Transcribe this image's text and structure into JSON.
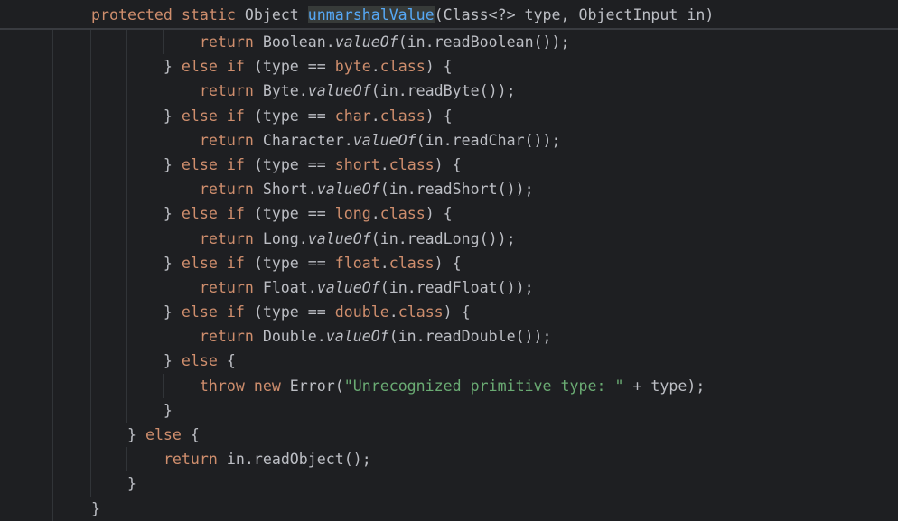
{
  "colors": {
    "background": "#1E1F22",
    "keyword": "#CF8E6D",
    "method": "#56A8F5",
    "string": "#6AAB73",
    "text": "#BCBEC4"
  },
  "sticky_header": [
    {
      "t": "protected static ",
      "c": "kw"
    },
    {
      "t": "Object ",
      "c": ""
    },
    {
      "t": "unmarshalValue",
      "c": "hl"
    },
    {
      "t": "(Class<?> type, ObjectInput in)",
      "c": ""
    }
  ],
  "code_lines": [
    [
      {
        "t": "            "
      },
      {
        "t": "return ",
        "c": "kw"
      },
      {
        "t": "Boolean."
      },
      {
        "t": "valueOf",
        "c": "it"
      },
      {
        "t": "(in.readBoolean());"
      }
    ],
    [
      {
        "t": "        } "
      },
      {
        "t": "else if ",
        "c": "kw"
      },
      {
        "t": "(type == "
      },
      {
        "t": "byte",
        "c": "kw"
      },
      {
        "t": "."
      },
      {
        "t": "class",
        "c": "kw"
      },
      {
        "t": ") {"
      }
    ],
    [
      {
        "t": "            "
      },
      {
        "t": "return ",
        "c": "kw"
      },
      {
        "t": "Byte."
      },
      {
        "t": "valueOf",
        "c": "it"
      },
      {
        "t": "(in.readByte());"
      }
    ],
    [
      {
        "t": "        } "
      },
      {
        "t": "else if ",
        "c": "kw"
      },
      {
        "t": "(type == "
      },
      {
        "t": "char",
        "c": "kw"
      },
      {
        "t": "."
      },
      {
        "t": "class",
        "c": "kw"
      },
      {
        "t": ") {"
      }
    ],
    [
      {
        "t": "            "
      },
      {
        "t": "return ",
        "c": "kw"
      },
      {
        "t": "Character."
      },
      {
        "t": "valueOf",
        "c": "it"
      },
      {
        "t": "(in.readChar());"
      }
    ],
    [
      {
        "t": "        } "
      },
      {
        "t": "else if ",
        "c": "kw"
      },
      {
        "t": "(type == "
      },
      {
        "t": "short",
        "c": "kw"
      },
      {
        "t": "."
      },
      {
        "t": "class",
        "c": "kw"
      },
      {
        "t": ") {"
      }
    ],
    [
      {
        "t": "            "
      },
      {
        "t": "return ",
        "c": "kw"
      },
      {
        "t": "Short."
      },
      {
        "t": "valueOf",
        "c": "it"
      },
      {
        "t": "(in.readShort());"
      }
    ],
    [
      {
        "t": "        } "
      },
      {
        "t": "else if ",
        "c": "kw"
      },
      {
        "t": "(type == "
      },
      {
        "t": "long",
        "c": "kw"
      },
      {
        "t": "."
      },
      {
        "t": "class",
        "c": "kw"
      },
      {
        "t": ") {"
      }
    ],
    [
      {
        "t": "            "
      },
      {
        "t": "return ",
        "c": "kw"
      },
      {
        "t": "Long."
      },
      {
        "t": "valueOf",
        "c": "it"
      },
      {
        "t": "(in.readLong());"
      }
    ],
    [
      {
        "t": "        } "
      },
      {
        "t": "else if ",
        "c": "kw"
      },
      {
        "t": "(type == "
      },
      {
        "t": "float",
        "c": "kw"
      },
      {
        "t": "."
      },
      {
        "t": "class",
        "c": "kw"
      },
      {
        "t": ") {"
      }
    ],
    [
      {
        "t": "            "
      },
      {
        "t": "return ",
        "c": "kw"
      },
      {
        "t": "Float."
      },
      {
        "t": "valueOf",
        "c": "it"
      },
      {
        "t": "(in.readFloat());"
      }
    ],
    [
      {
        "t": "        } "
      },
      {
        "t": "else if ",
        "c": "kw"
      },
      {
        "t": "(type == "
      },
      {
        "t": "double",
        "c": "kw"
      },
      {
        "t": "."
      },
      {
        "t": "class",
        "c": "kw"
      },
      {
        "t": ") {"
      }
    ],
    [
      {
        "t": "            "
      },
      {
        "t": "return ",
        "c": "kw"
      },
      {
        "t": "Double."
      },
      {
        "t": "valueOf",
        "c": "it"
      },
      {
        "t": "(in.readDouble());"
      }
    ],
    [
      {
        "t": "        } "
      },
      {
        "t": "else ",
        "c": "kw"
      },
      {
        "t": "{"
      }
    ],
    [
      {
        "t": "            "
      },
      {
        "t": "throw new ",
        "c": "kw"
      },
      {
        "t": "Error("
      },
      {
        "t": "\"Unrecognized primitive type: \"",
        "c": "str"
      },
      {
        "t": " + type);"
      }
    ],
    [
      {
        "t": "        }"
      }
    ],
    [
      {
        "t": "    } "
      },
      {
        "t": "else ",
        "c": "kw"
      },
      {
        "t": "{"
      }
    ],
    [
      {
        "t": "        "
      },
      {
        "t": "return ",
        "c": "kw"
      },
      {
        "t": "in.readObject();"
      }
    ],
    [
      {
        "t": "    }"
      }
    ],
    [
      {
        "t": "}"
      }
    ]
  ]
}
